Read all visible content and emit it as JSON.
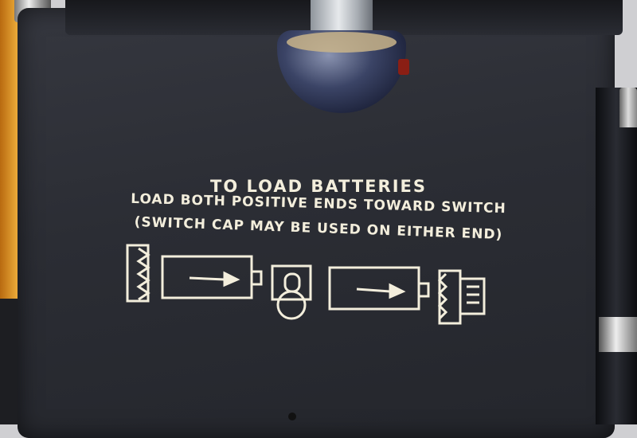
{
  "instructions": {
    "title": "TO LOAD BATTERIES",
    "line1": "LOAD BOTH POSITIVE ENDS TOWARD SWITCH",
    "line2": "(SWITCH CAP MAY BE USED ON EITHER END)"
  },
  "diagram": {
    "icons": [
      "spring-cap-icon",
      "battery-icon",
      "switch-icon",
      "battery-icon",
      "switch-cap-icon"
    ]
  },
  "colors": {
    "panel": "#2b2d34",
    "print": "#f3eedc",
    "pencil": "#e8a636"
  }
}
